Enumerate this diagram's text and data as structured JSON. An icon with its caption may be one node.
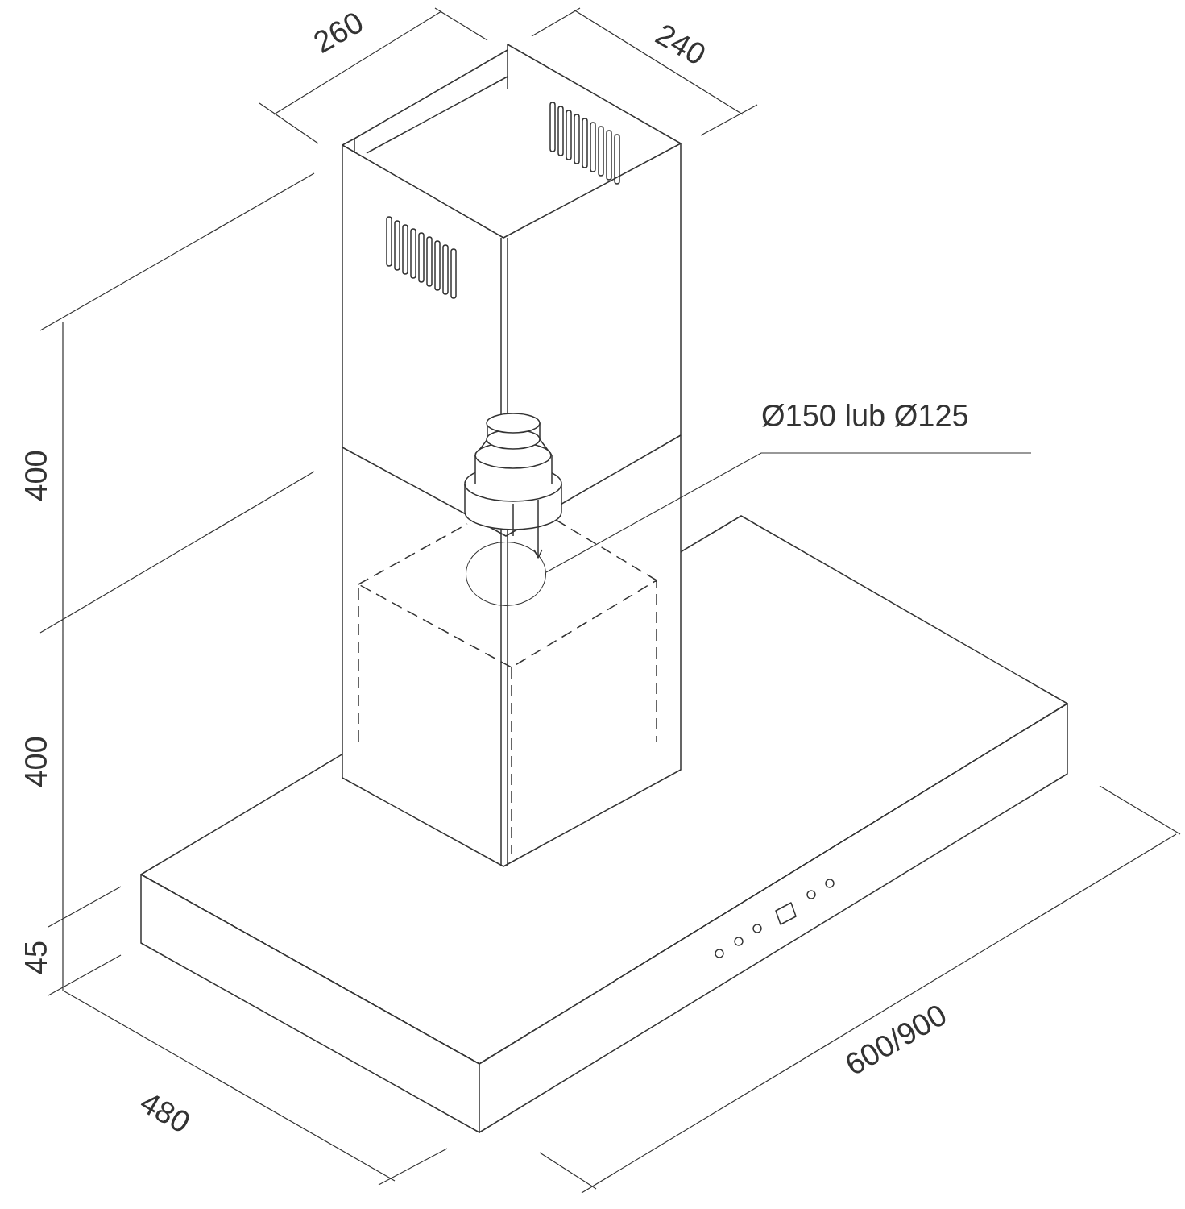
{
  "diagram": {
    "nodes": [
      {
        "text": [
          "Ø150 lub Ø125"
        ]
      },
      {
        "text": [],
        "shape": "circle"
      }
    ],
    "edges": [
      {
        "from": 0,
        "to": 1,
        "arrow": "none"
      }
    ],
    "labels": [
      "260",
      "240",
      "400",
      "400",
      "45",
      "480",
      "600/900"
    ]
  }
}
